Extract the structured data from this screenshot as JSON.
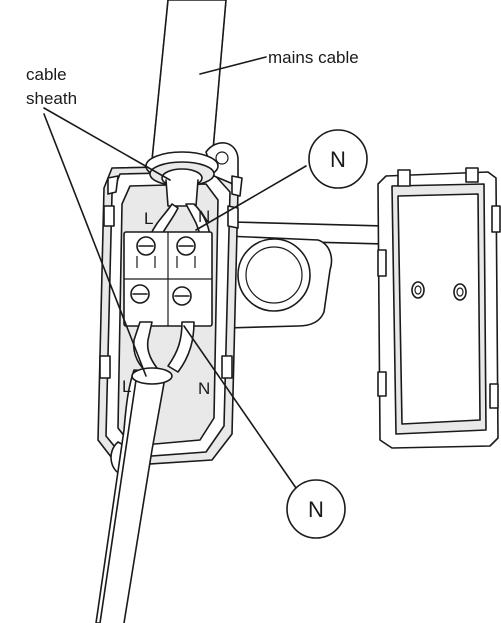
{
  "labels": {
    "mains_cable": "mains cable",
    "cable_sheath_line1": "cable",
    "cable_sheath_line2": "sheath"
  },
  "markers": {
    "top": "N",
    "bottom": "N"
  },
  "terminals": {
    "top_left": "L",
    "top_right": "N",
    "bottom_left": "L",
    "bottom_right": "N"
  }
}
